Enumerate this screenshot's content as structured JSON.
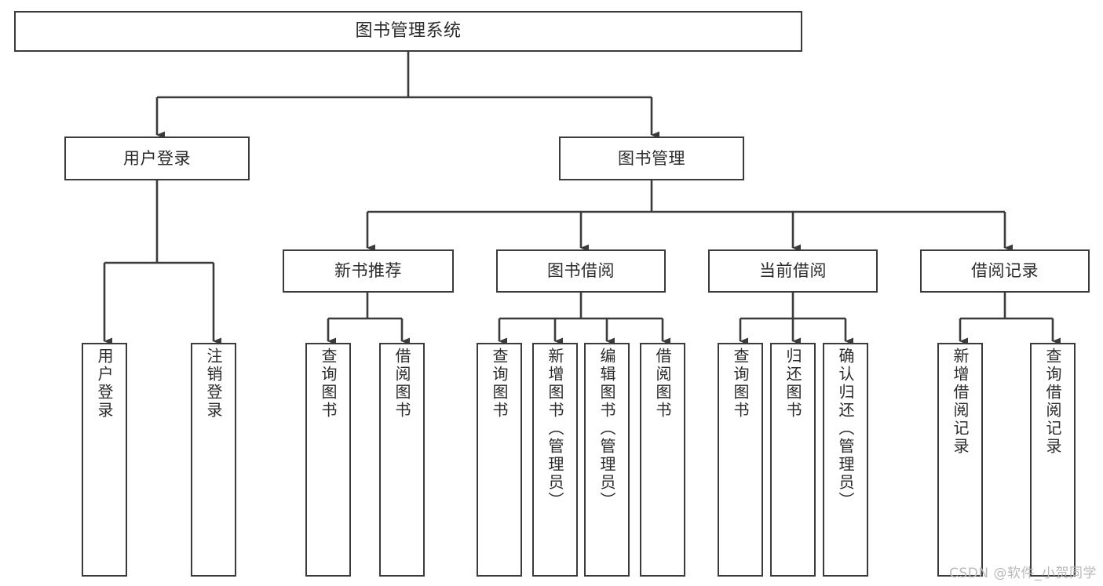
{
  "title": "图书管理系统",
  "diagram": {
    "type": "tree",
    "orientation": "top-down",
    "stroke_color": "#3b3b3b",
    "text_color": "#2b2b2b",
    "background_color": "#ffffff"
  },
  "root": {
    "label": "图书管理系统"
  },
  "level2": [
    {
      "label": "用户登录"
    },
    {
      "label": "图书管理"
    }
  ],
  "level3": [
    {
      "label": "新书推荐"
    },
    {
      "label": "图书借阅"
    },
    {
      "label": "当前借阅"
    },
    {
      "label": "借阅记录"
    }
  ],
  "leaves": {
    "user_login": [
      {
        "label": "用户登录"
      },
      {
        "label": "注销登录"
      }
    ],
    "new_book_recommend": [
      {
        "label": "查询图书"
      },
      {
        "label": "借阅图书"
      }
    ],
    "book_borrow": [
      {
        "label": "查询图书"
      },
      {
        "label": "新增图书（管理员）"
      },
      {
        "label": "编辑图书（管理员）"
      },
      {
        "label": "借阅图书"
      }
    ],
    "current_borrow": [
      {
        "label": "查询图书"
      },
      {
        "label": "归还图书"
      },
      {
        "label": "确认归还（管理员）"
      }
    ],
    "borrow_record": [
      {
        "label": "新增借阅记录"
      },
      {
        "label": "查询借阅记录"
      }
    ]
  },
  "watermark": {
    "text": "CSDN @软件_小贺同学"
  }
}
